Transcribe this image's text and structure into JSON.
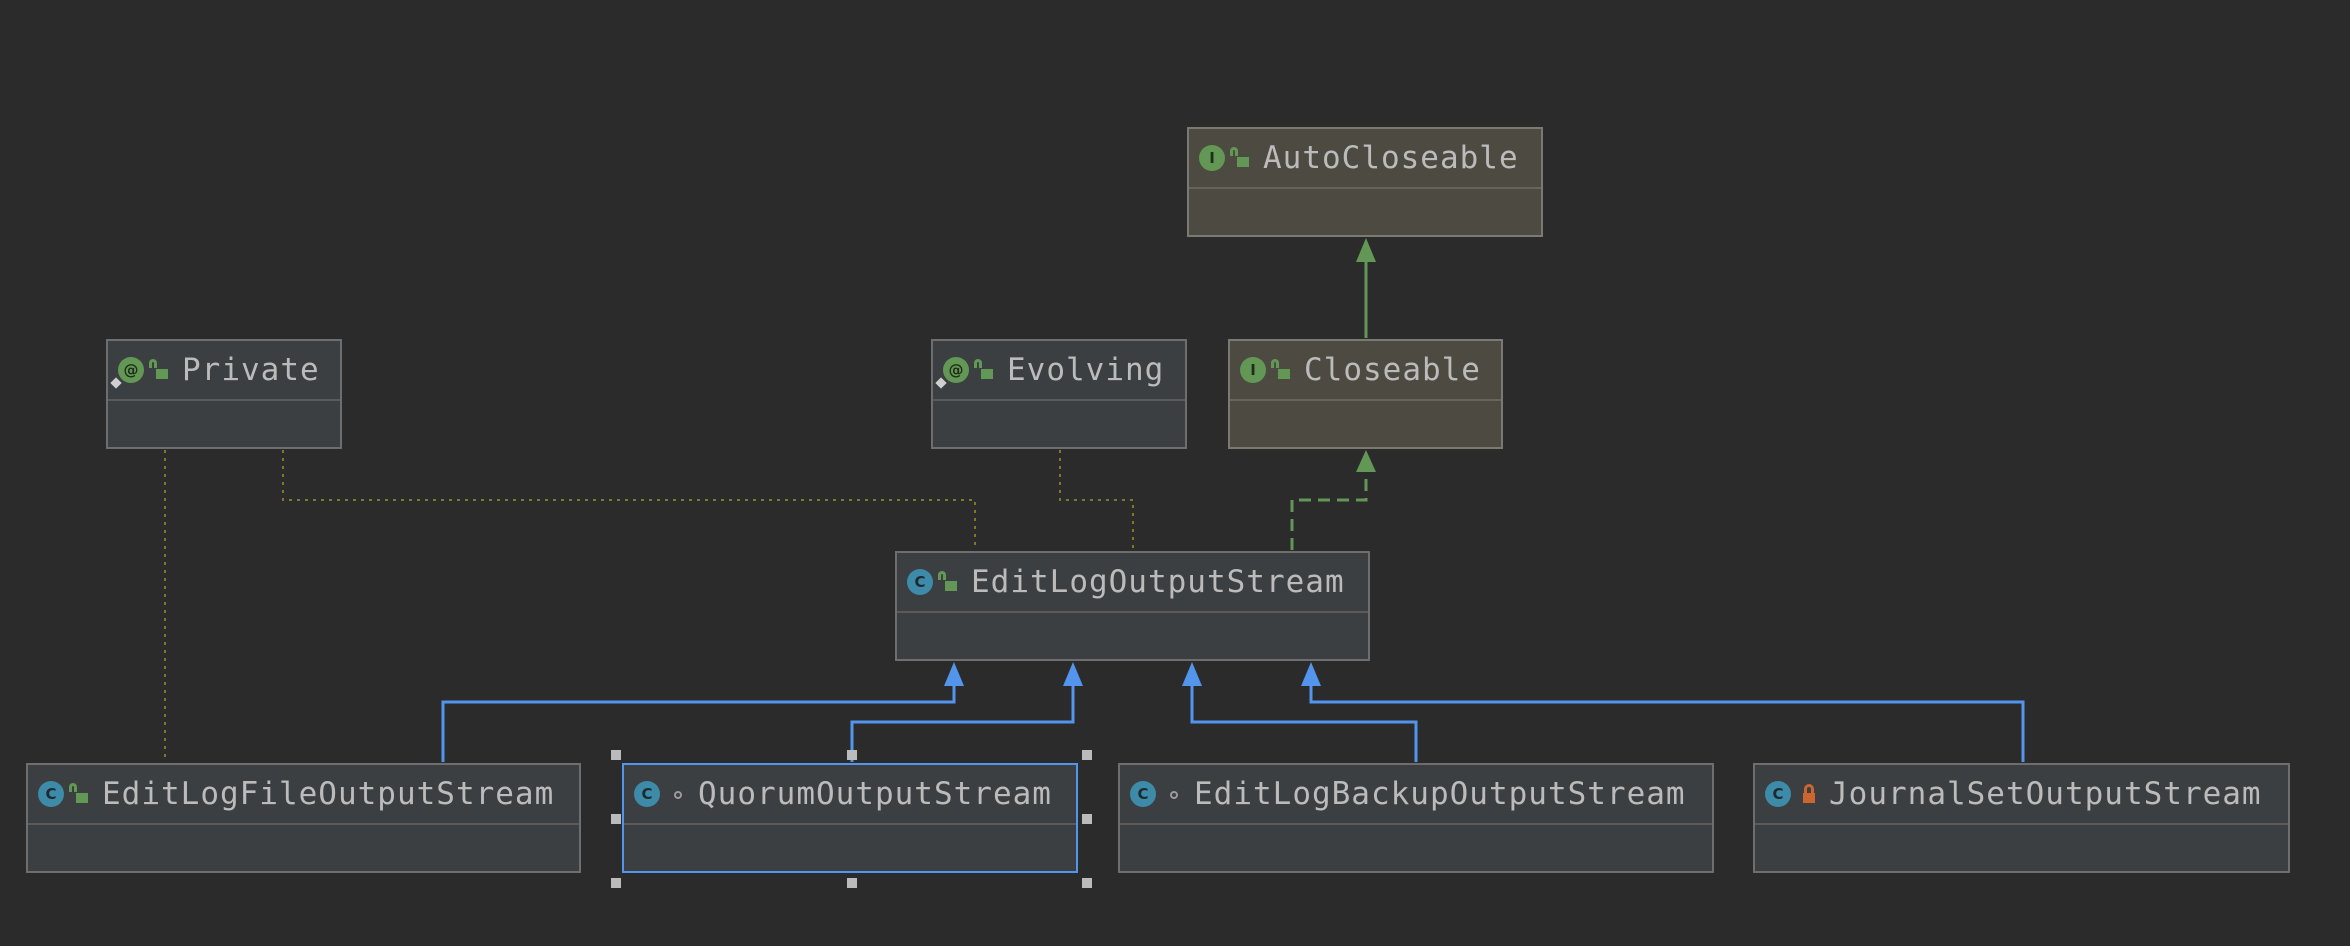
{
  "diagram": {
    "nodes": [
      {
        "id": "autocloseable",
        "name": "AutoCloseable",
        "kind": "interface",
        "kind_glyph": "I",
        "access": "public",
        "icon": "interface-icon"
      },
      {
        "id": "private",
        "name": "Private",
        "kind": "annotation",
        "kind_glyph": "@",
        "access": "public",
        "icon": "annotation-icon"
      },
      {
        "id": "evolving",
        "name": "Evolving",
        "kind": "annotation",
        "kind_glyph": "@",
        "access": "public",
        "icon": "annotation-icon"
      },
      {
        "id": "closeable",
        "name": "Closeable",
        "kind": "interface",
        "kind_glyph": "I",
        "access": "public",
        "icon": "interface-icon"
      },
      {
        "id": "editlogoutputstream",
        "name": "EditLogOutputStream",
        "kind": "abstract",
        "kind_glyph": "C",
        "access": "public",
        "icon": "abstract-class-icon"
      },
      {
        "id": "editlogfileoutputstream",
        "name": "EditLogFileOutputStream",
        "kind": "class",
        "kind_glyph": "C",
        "access": "public",
        "icon": "class-icon"
      },
      {
        "id": "quorumoutputstream",
        "name": "QuorumOutputStream",
        "kind": "class",
        "kind_glyph": "C",
        "access": "package-private",
        "icon": "class-icon",
        "selected": true
      },
      {
        "id": "editlogbackupoutputstream",
        "name": "EditLogBackupOutputStream",
        "kind": "class",
        "kind_glyph": "C",
        "access": "package-private",
        "icon": "class-icon"
      },
      {
        "id": "journalsetoutputstream",
        "name": "JournalSetOutputStream",
        "kind": "class",
        "kind_glyph": "C",
        "access": "private",
        "icon": "class-icon"
      }
    ],
    "colors": {
      "background": "#2b2b2b",
      "extends_edge": "#5394ec",
      "implements_edge": "#629755",
      "annotation_edge": "#7a7a2a",
      "selection": "#5394ec"
    }
  }
}
